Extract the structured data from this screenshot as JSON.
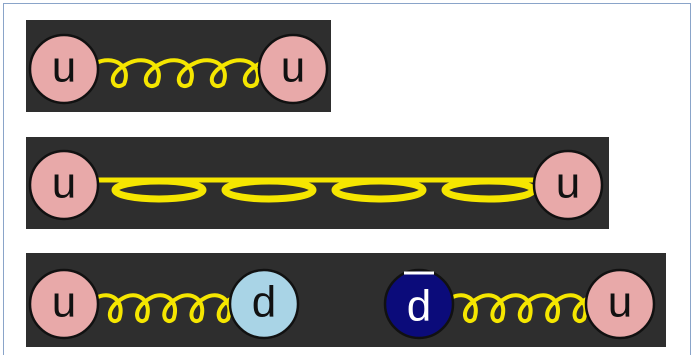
{
  "colors": {
    "board": "#2e2e2e",
    "gluon": "#f5e600",
    "up_quark_fill": "#e8a9a9",
    "down_quark_fill": "#a9d4e6",
    "antidown_quark_fill": "#0b0b7a",
    "quark_outline": "#111111",
    "label_dark": "#111111",
    "label_light": "#ffffff",
    "frame_border": "#8aa4c9"
  },
  "panels": [
    {
      "name": "tight-gluon-pair",
      "left_quark": {
        "label": "u",
        "flavor": "up"
      },
      "right_quark": {
        "label": "u",
        "flavor": "up"
      },
      "gluon": {
        "style": "tight-spring",
        "loops": 5
      }
    },
    {
      "name": "stretched-gluon-pair",
      "left_quark": {
        "label": "u",
        "flavor": "up"
      },
      "right_quark": {
        "label": "u",
        "flavor": "up"
      },
      "gluon": {
        "style": "stretched-spring",
        "loops": 4
      }
    },
    {
      "name": "broken-gluon-pairs",
      "pairs": [
        {
          "left_quark": {
            "label": "u",
            "flavor": "up"
          },
          "right_quark": {
            "label": "d",
            "flavor": "down"
          },
          "gluon": {
            "style": "tight-spring",
            "loops": 5
          }
        },
        {
          "left_quark": {
            "label": "d",
            "flavor": "antidown",
            "bar": true
          },
          "right_quark": {
            "label": "u",
            "flavor": "up"
          },
          "gluon": {
            "style": "tight-spring",
            "loops": 5
          }
        }
      ]
    }
  ]
}
